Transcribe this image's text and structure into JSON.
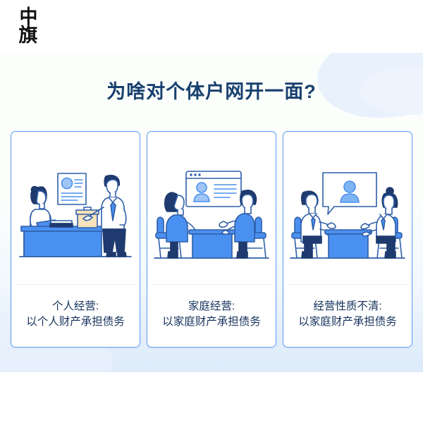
{
  "brand": {
    "logo_char_1": "中",
    "logo_char_2": "旗",
    "logo_name": "中旗"
  },
  "header": {
    "title": "为啥对个体户网开一面?",
    "title_color": "#18406f"
  },
  "theme": {
    "card_border": "#5c9cf5",
    "accent_blue": "#4a90f0",
    "deep_blue": "#1e3a6e",
    "light_blue": "#9ec5f5",
    "panel_top": "#fbfffb",
    "panel_bottom": "#dceafa",
    "caption_color": "#15325c"
  },
  "cards": [
    {
      "id": "card-individual-operation",
      "caption_line1": "个人经营:",
      "caption_line2": "以个人财产承担债务",
      "illustration": "office-counter-two-people",
      "art_elements": [
        "wall-poster-icon",
        "clipboard-icon",
        "books-icon",
        "box-icon",
        "desk-icon",
        "woman-standing-icon",
        "man-pointing-icon"
      ]
    },
    {
      "id": "card-family-operation",
      "caption_line1": "家庭经营:",
      "caption_line2": "以家庭财产承担债务",
      "illustration": "meeting-table-browser-window",
      "art_elements": [
        "browser-window-icon",
        "user-avatar-icon",
        "text-lines-icon",
        "table-icon",
        "woman-seated-icon",
        "man-seated-icon",
        "stool-icon"
      ]
    },
    {
      "id": "card-unclear-nature",
      "caption_line1": "经营性质不清:",
      "caption_line2": "以家庭财产承担债务",
      "illustration": "meeting-table-speech-bubble",
      "art_elements": [
        "speech-bubble-icon",
        "user-avatar-icon",
        "table-icon",
        "man-seated-icon",
        "woman-seated-icon",
        "stool-icon"
      ]
    }
  ]
}
